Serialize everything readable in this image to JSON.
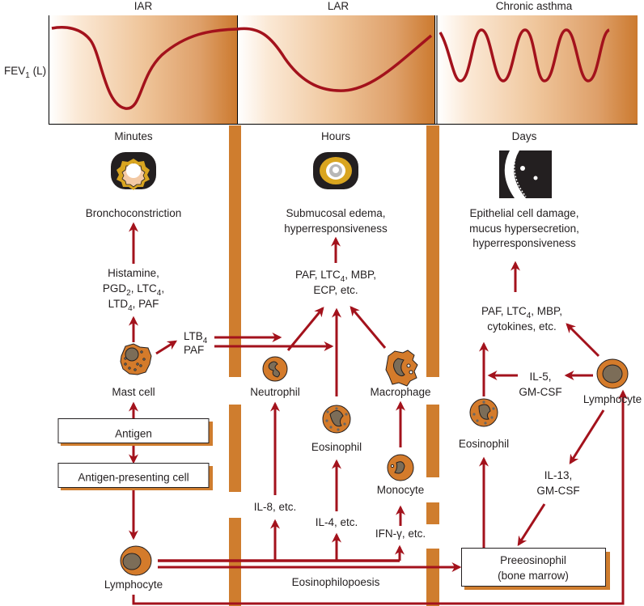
{
  "colors": {
    "arrow": "#a3121c",
    "orange": "#cf7d2e",
    "cell_fill": "#d47b2b",
    "nucleus": "#7c6d58",
    "bronchus_gold": "#d9a520"
  },
  "graphs": {
    "y_label": {
      "main": "FEV",
      "sub": "1",
      "unit": " (L)"
    },
    "panels": [
      {
        "title": "IAR"
      },
      {
        "title": "LAR"
      },
      {
        "title": "Chronic asthma"
      }
    ]
  },
  "columns": {
    "minutes": {
      "heading": "Minutes",
      "icon": "bronchus-constricted-icon",
      "effect": "Bronchoconstriction",
      "mediators": [
        [
          "Histamine,"
        ],
        [
          "PGD",
          "2",
          ", LTC",
          "4",
          ","
        ],
        [
          "LTD",
          "4",
          ", PAF"
        ]
      ],
      "mast_cell": "Mast cell",
      "ltb4": [
        "LTB",
        "4"
      ],
      "paf": "PAF",
      "antigen": "Antigen",
      "apc": "Antigen-presenting cell",
      "lymphocyte": "Lymphocyte"
    },
    "hours": {
      "heading": "Hours",
      "icon": "bronchus-edema-icon",
      "effect": [
        "Submucosal edema,",
        "hyperresponsiveness"
      ],
      "mediators": [
        [
          "PAF, LTC",
          "4",
          ", MBP,"
        ],
        [
          "ECP, etc."
        ]
      ],
      "neutrophil": "Neutrophil",
      "macrophage": "Macrophage",
      "eosinophil": "Eosinophil",
      "monocyte": "Monocyte",
      "il8": "IL-8, etc.",
      "il4": "IL-4, etc.",
      "ifn": "IFN-γ, etc.",
      "eosinophilopoesis": "Eosinophilopoesis"
    },
    "days": {
      "heading": "Days",
      "icon": "epithelium-damage-icon",
      "effect": [
        "Epithelial cell damage,",
        "mucus hypersecretion,",
        "hyperresponsiveness"
      ],
      "mediators": [
        [
          "PAF, LTC",
          "4",
          ", MBP,"
        ],
        [
          "cytokines, etc."
        ]
      ],
      "il5": [
        "IL-5,",
        "GM-CSF"
      ],
      "lymphocyte": "Lymphocyte",
      "eosinophil": "Eosinophil",
      "il13": [
        "IL-13,",
        "GM-CSF"
      ],
      "preeosinophil": [
        "Preeosinophil",
        "(bone marrow)"
      ]
    }
  }
}
